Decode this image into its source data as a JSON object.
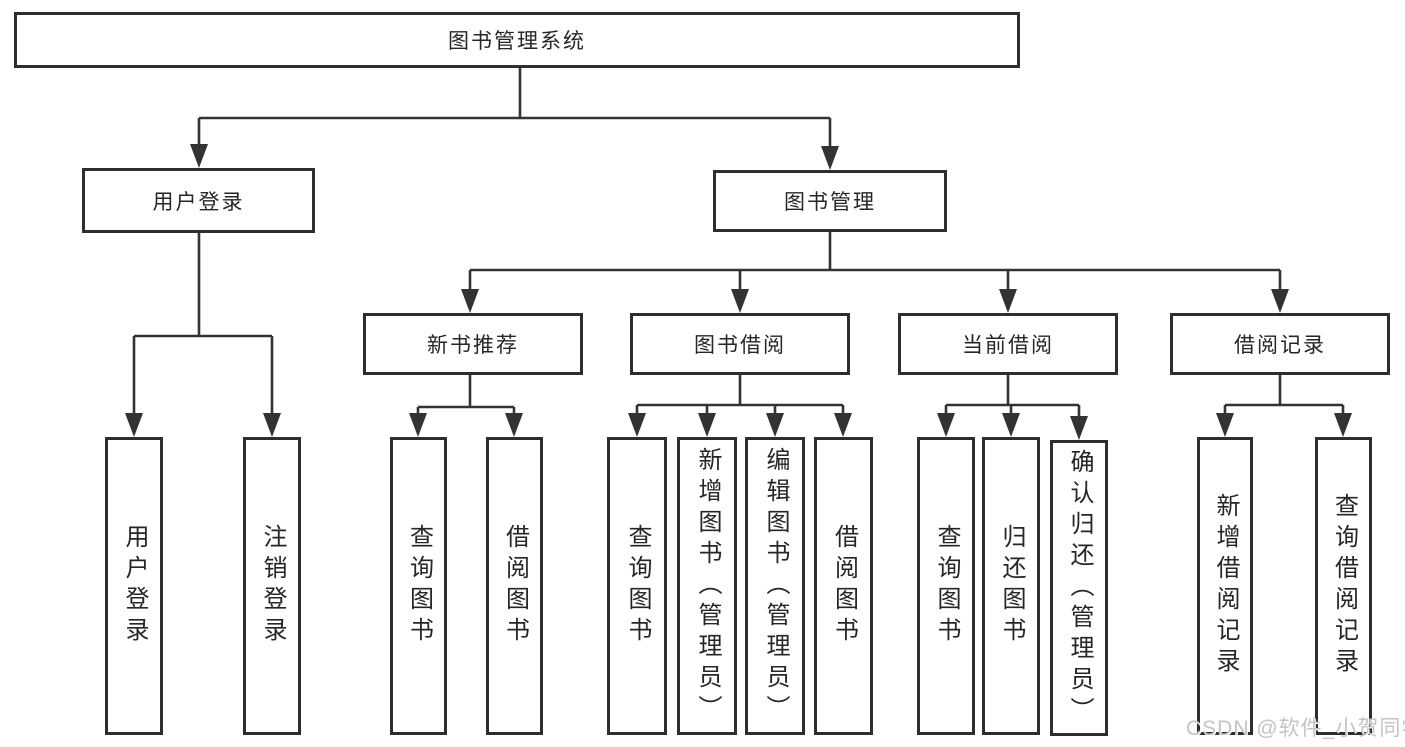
{
  "diagram": {
    "type": "hierarchy",
    "root": {
      "label": "图书管理系统"
    },
    "branches": [
      {
        "label": "用户登录",
        "children": [
          {
            "label": "用户登录"
          },
          {
            "label": "注销登录"
          }
        ]
      },
      {
        "label": "图书管理",
        "children": [
          {
            "label": "新书推荐",
            "children": [
              {
                "label": "查询图书"
              },
              {
                "label": "借阅图书"
              }
            ]
          },
          {
            "label": "图书借阅",
            "children": [
              {
                "label": "查询图书"
              },
              {
                "label": "新增图书（管理员）"
              },
              {
                "label": "编辑图书（管理员）"
              },
              {
                "label": "借阅图书"
              }
            ]
          },
          {
            "label": "当前借阅",
            "children": [
              {
                "label": "查询图书"
              },
              {
                "label": "归还图书"
              },
              {
                "label": "确认归还（管理员）"
              }
            ]
          },
          {
            "label": "借阅记录",
            "children": [
              {
                "label": "新增借阅记录"
              },
              {
                "label": "查询借阅记录"
              }
            ]
          }
        ]
      }
    ]
  },
  "watermark": {
    "text": "CSDN @软件_小贺同学",
    "color": "#c4c4c4"
  },
  "colors": {
    "background": "#ffffff",
    "line": "#333333",
    "box_border": "#2e2e2e",
    "text": "#262626"
  }
}
